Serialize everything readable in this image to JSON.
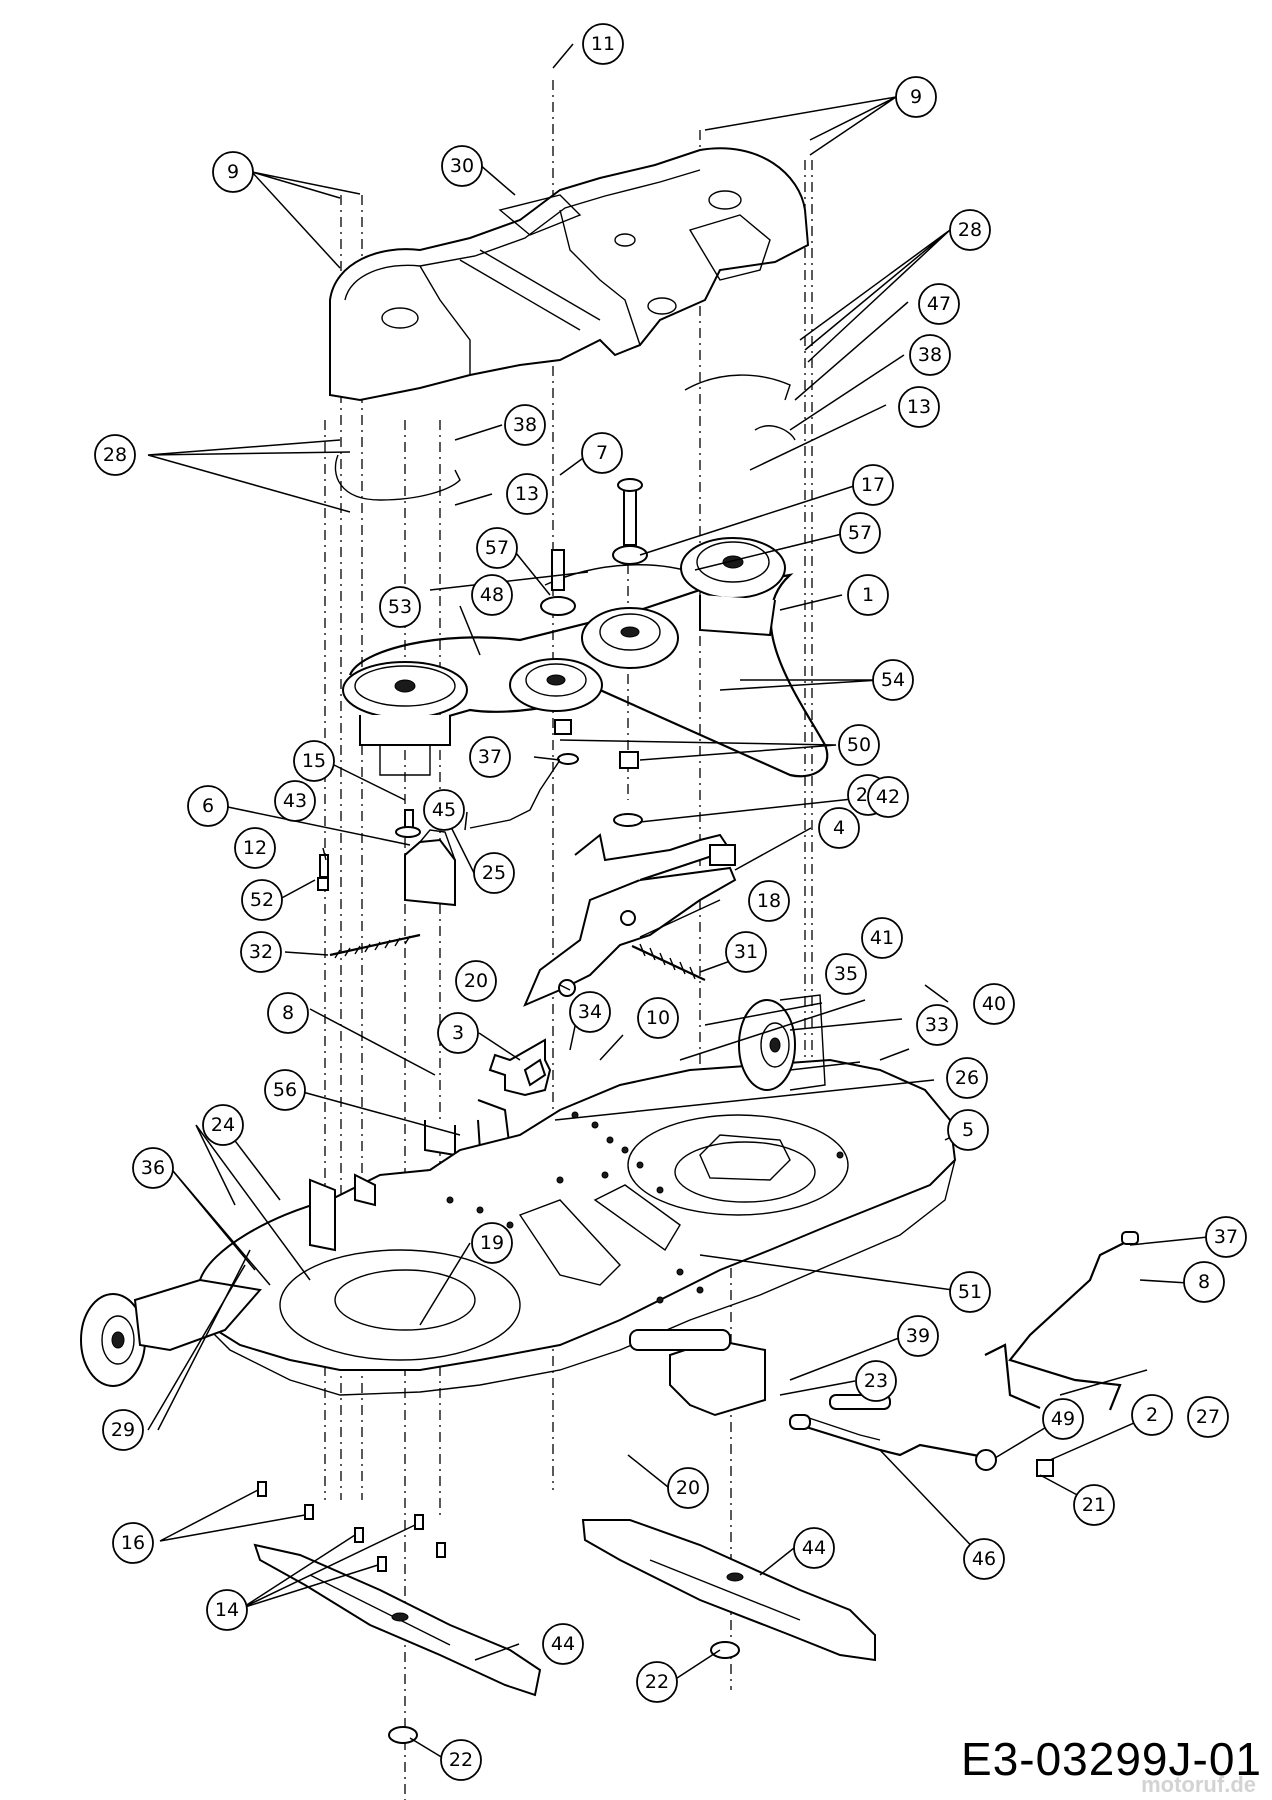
{
  "diagram_code": "E3-03299J-01",
  "watermark": "motoruf.de",
  "callouts": [
    "1",
    "2",
    "3",
    "4",
    "5",
    "6",
    "7",
    "8",
    "8",
    "9",
    "9",
    "10",
    "11",
    "12",
    "13",
    "13",
    "14",
    "15",
    "16",
    "17",
    "18",
    "19",
    "20",
    "20",
    "20",
    "20",
    "21",
    "22",
    "22",
    "23",
    "24",
    "25",
    "26",
    "27",
    "28",
    "28",
    "29",
    "30",
    "31",
    "32",
    "33",
    "34",
    "35",
    "36",
    "37",
    "37",
    "38",
    "38",
    "39",
    "40",
    "41",
    "42",
    "43",
    "44",
    "44",
    "45",
    "46",
    "47",
    "48",
    "49",
    "50",
    "51",
    "52",
    "53",
    "54",
    "56",
    "57",
    "57"
  ]
}
